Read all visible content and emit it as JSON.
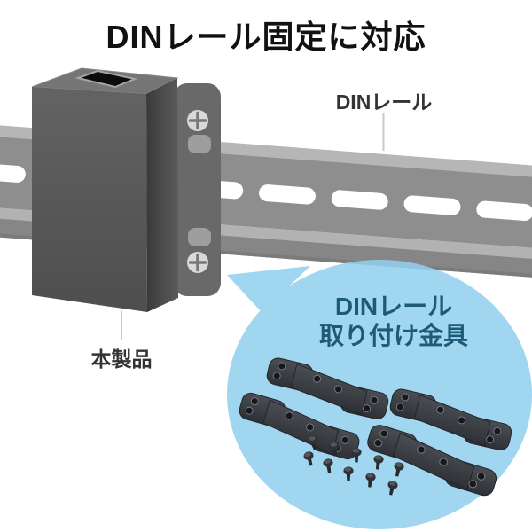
{
  "title": "DINレール固定に対応",
  "diagram": {
    "rail_label": "DINレール",
    "product_label": "本製品",
    "callout": {
      "line1": "DINレール",
      "line2": "取り付け金具"
    },
    "parts": {
      "mounting_plates_count": 4,
      "screws_count": 10
    }
  },
  "icons": {
    "phillips_screw_icon": "circle-with-cross",
    "mounting_plate_icon": "elongated-metal-bracket",
    "machine_screw_icon": "pan-head-screw"
  },
  "colors": {
    "title_text": "#111111",
    "label_text": "#333333",
    "leader_line": "#c8c8c8",
    "rail_flange": "#b6b6b6",
    "rail_web": "#8e8e8e",
    "rail_bottom": "#868686",
    "rail_slot": "#ffffff",
    "product_front": "#5a5a5a",
    "product_side": "#454545",
    "product_top": "#757575",
    "bracket_gray": "#696969",
    "screw_head_gray": "#d9d9d9",
    "callout_bg": "#92d0ee",
    "callout_text": "#1d5a78",
    "plate_metal": "#43474c"
  }
}
